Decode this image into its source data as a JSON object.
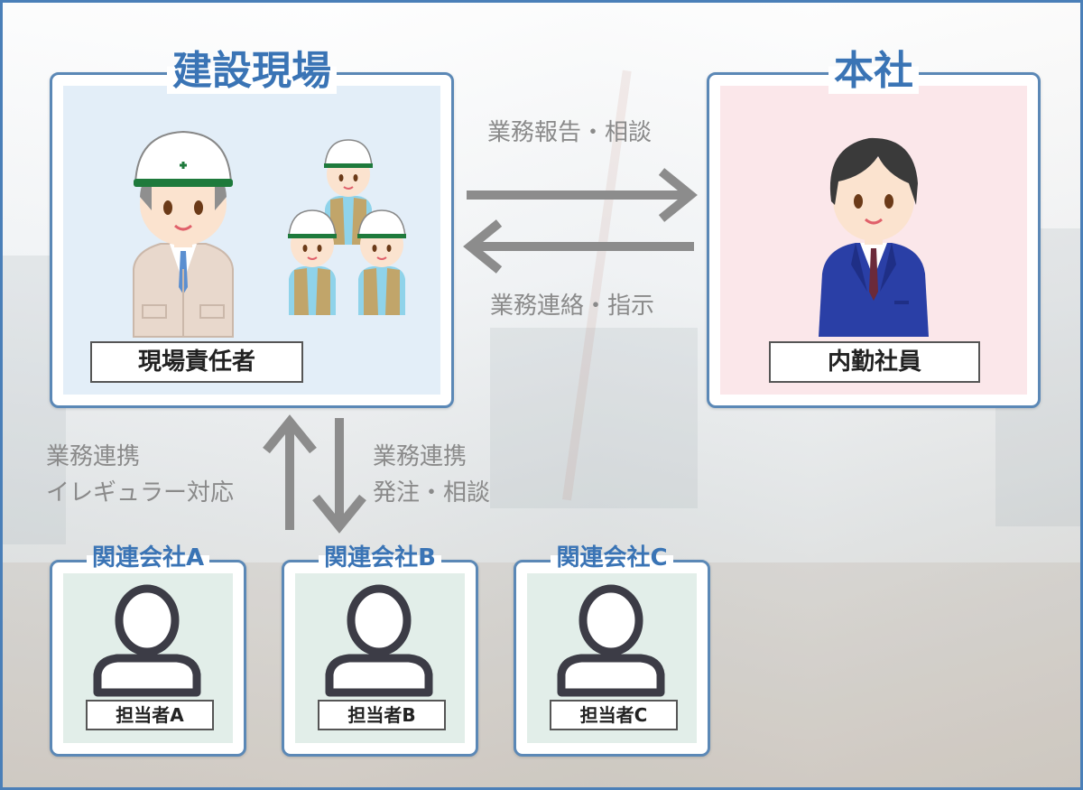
{
  "site": {
    "title": "建設現場",
    "manager_label": "現場責任者"
  },
  "hq": {
    "title": "本社",
    "employee_label": "内勤社員"
  },
  "arrows": {
    "to_hq": "業務報告・相談",
    "to_site": "業務連絡・指示",
    "up_line1": "業務連携",
    "up_line2": "イレギュラー対応",
    "down_line1": "業務連携",
    "down_line2": "発注・相談"
  },
  "companies": [
    {
      "title": "関連会社A",
      "person_label": "担当者A"
    },
    {
      "title": "関連会社B",
      "person_label": "担当者B"
    },
    {
      "title": "関連会社C",
      "person_label": "担当者C"
    }
  ],
  "colors": {
    "accent": "#3a74b5",
    "panel_border": "#5b88b6",
    "site_fill": "#e3eef8",
    "hq_fill": "#fbe7ea",
    "company_fill": "#e2eee9",
    "arrow": "#8c8c8c"
  },
  "icons": [
    "helmet-worker-icon",
    "vest-worker-icon",
    "businessman-icon",
    "person-silhouette-icon"
  ]
}
